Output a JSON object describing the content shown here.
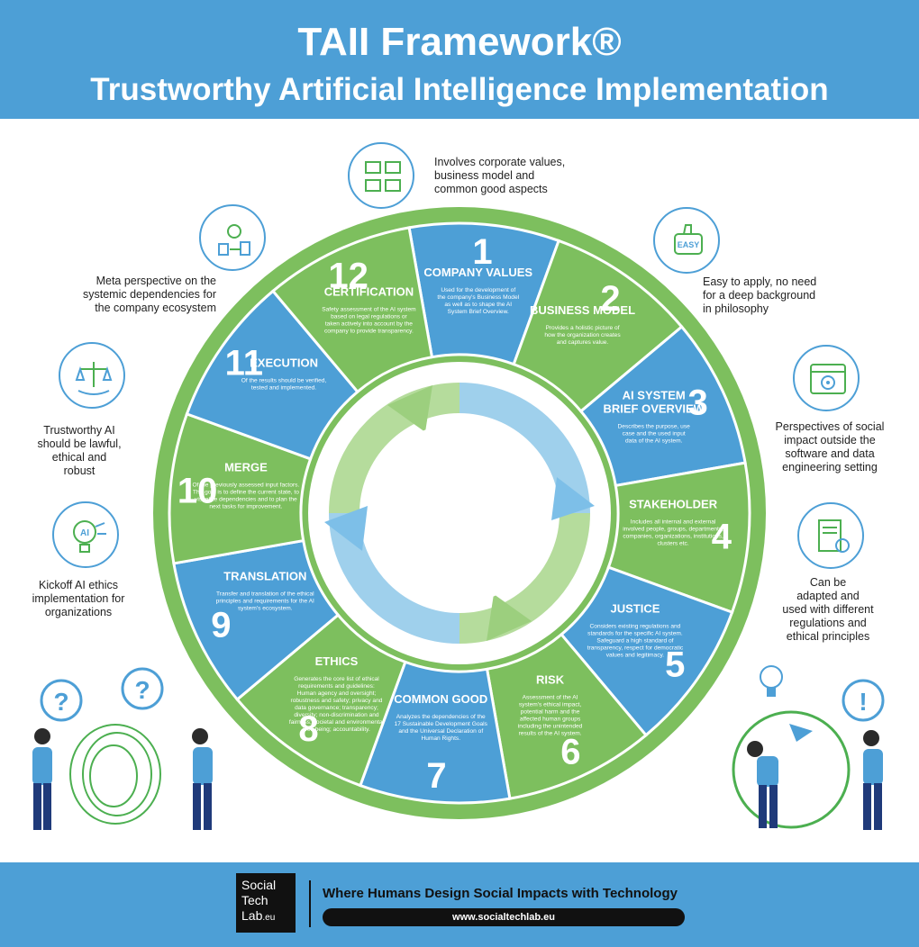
{
  "header": {
    "title": "TAII Framework®",
    "subtitle": "Trustworthy Artificial Intelligence Implementation"
  },
  "colors": {
    "blue": "#4d9fd6",
    "green": "#7dbf5e",
    "dark": "#111111"
  },
  "side_notes": [
    {
      "id": "top",
      "icon": "values-chart-icon",
      "text": [
        "Involves corporate values,",
        "business model and",
        "common good aspects"
      ]
    },
    {
      "id": "left1",
      "icon": "ecosystem-icon",
      "text": [
        "Meta perspective on the",
        "systemic dependencies for",
        "the company ecosystem"
      ]
    },
    {
      "id": "left2",
      "icon": "justice-scale-icon",
      "text": [
        "Trustworthy AI",
        "should be lawful,",
        "ethical and",
        "robust"
      ]
    },
    {
      "id": "left3",
      "icon": "ai-bulb-icon",
      "text": [
        "Kickoff AI ethics",
        "implementation for",
        "organizations"
      ]
    },
    {
      "id": "right1",
      "icon": "easy-to-use-icon",
      "text": [
        "Easy to apply, no need",
        "for a deep background",
        "in philosophy"
      ]
    },
    {
      "id": "right2",
      "icon": "settings-window-icon",
      "text": [
        "Perspectives of social",
        "impact outside the",
        "software and data",
        "engineering setting"
      ]
    },
    {
      "id": "right3",
      "icon": "document-stamp-icon",
      "text": [
        "Can be",
        "adapted and",
        "used with different",
        "regulations and",
        "ethical principles"
      ]
    }
  ],
  "steps": [
    {
      "num": "1",
      "title": [
        "COMPANY VALUES"
      ],
      "desc": [
        "Used for the development of",
        "the company's Business Model",
        "as well as to shape the AI",
        "System Brief Overview."
      ],
      "icon": "diamond-hands-icon"
    },
    {
      "num": "2",
      "title": [
        "BUSINESS MODEL"
      ],
      "desc": [
        "Provides a holistic picture of",
        "how the organization creates",
        "and captures value."
      ],
      "icon": "flowchart-icon"
    },
    {
      "num": "3",
      "title": [
        "AI SYSTEM",
        "BRIEF OVERVIEW"
      ],
      "desc": [
        "Describes the purpose, use",
        "case and the used input",
        "data of the AI system."
      ],
      "icon": "ai-chip-icon"
    },
    {
      "num": "4",
      "title": [
        "STAKEHOLDER"
      ],
      "desc": [
        "Includes all internal and external",
        "involved people, groups, departments,",
        "companies, organizations, institutions,",
        "clusters etc."
      ],
      "icon": "network-people-icon"
    },
    {
      "num": "5",
      "title": [
        "JUSTICE"
      ],
      "desc": [
        "Considers existing regulations and",
        "standards for the specific AI system.",
        "Safeguard a high standard of",
        "transparency, respect for democratic",
        "values and legitimacy."
      ],
      "icon": "law-document-icon"
    },
    {
      "num": "6",
      "title": [
        "RISK"
      ],
      "desc": [
        "Assessment of the AI",
        "system's ethical impact,",
        "potential harm and the",
        "affected human groups",
        "including the unintended",
        "results of the AI system."
      ],
      "icon": "warning-monitor-icon"
    },
    {
      "num": "7",
      "title": [
        "COMMON GOOD"
      ],
      "desc": [
        "Analyzes the dependencies of the",
        "17 Sustainable Development Goals",
        "and the Universal Declaration of",
        "Human Rights."
      ],
      "icon": "people-hands-icon"
    },
    {
      "num": "8",
      "title": [
        "ETHICS"
      ],
      "desc": [
        "Generates the core list of ethical",
        "requirements and guidelines:",
        "Human agency and oversight;",
        "robustness and safety; privacy and",
        "data governance; transparency;",
        "diversity; non-discrimination and",
        "fairness; societal and environmental",
        "well-being; accountability."
      ],
      "icon": "balance-scale-icon"
    },
    {
      "num": "9",
      "title": [
        "TRANSLATION"
      ],
      "desc": [
        "Transfer and translation of the ethical",
        "principles and requirements for the AI",
        "system's ecosystem."
      ],
      "icon": "ai-head-icon"
    },
    {
      "num": "10",
      "title": [
        "MERGE"
      ],
      "desc": [
        "Of the previously assessed input factors.",
        "The goal is to define the current state, to",
        "visualize dependencies and to plan the",
        "next tasks for improvement."
      ],
      "icon": "database-icon"
    },
    {
      "num": "11",
      "title": [
        "EXECUTION"
      ],
      "desc": [
        "Of the results should be verified,",
        "tested and implemented."
      ],
      "icon": "report-chart-icon"
    },
    {
      "num": "12",
      "title": [
        "CERTIFICATION"
      ],
      "desc": [
        "Safety assessment of the AI system",
        "based on legal regulations or",
        "taken actively into account by the",
        "company to provide transparency."
      ],
      "icon": "magnifier-doc-icon"
    }
  ],
  "footer": {
    "logo": [
      "Social",
      "Tech",
      "Lab",
      ".eu"
    ],
    "tagline": "Where Humans Design Social Impacts with Technology",
    "url": "www.socialtechlab.eu"
  }
}
